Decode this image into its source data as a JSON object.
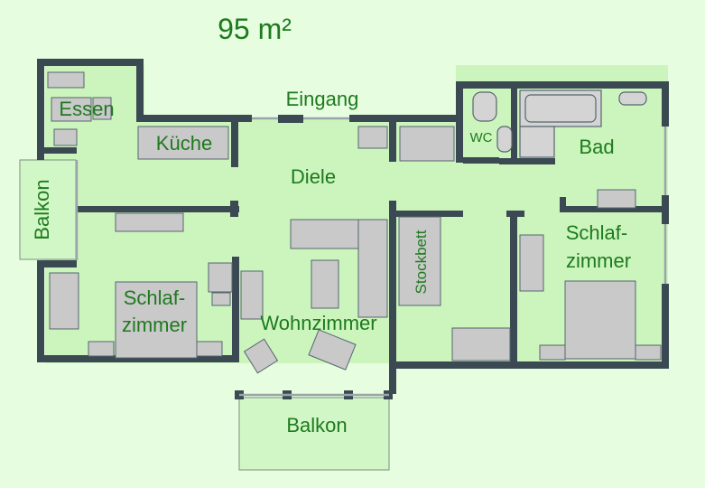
{
  "area": "95 m²",
  "rooms": {
    "essen": "Essen",
    "kueche": "Küche",
    "eingang": "Eingang",
    "diele": "Diele",
    "wc": "WC",
    "bad": "Bad",
    "balkon_left": "Balkon",
    "schlaf_left": [
      "Schlaf-",
      "zimmer"
    ],
    "stockbett": "Stockbett",
    "wohnzimmer": "Wohnzimmer",
    "schlaf_right": [
      "Schlaf-",
      "zimmer"
    ],
    "balkon_bottom": "Balkon"
  },
  "colors": {
    "background": "#e6fde0",
    "floor": "#ccf5be",
    "wall": "#3b4a52",
    "label": "#1e7a1e",
    "furniture": "#c9c9c9"
  }
}
